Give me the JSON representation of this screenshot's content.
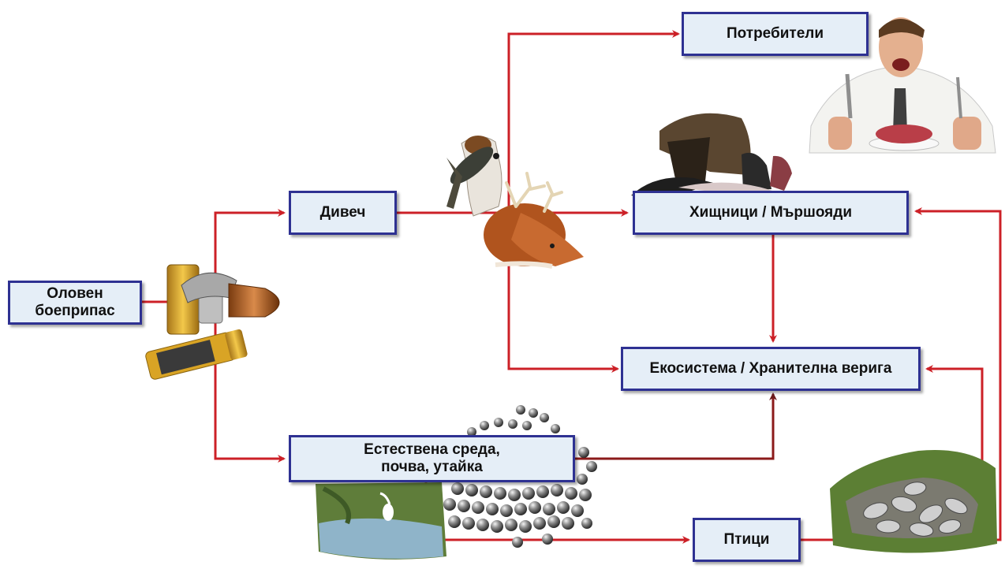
{
  "colors": {
    "arrow": "#cc2027",
    "box_border": "#2e3192",
    "box_fill": "#e5eef7"
  },
  "nodes": {
    "ammo": {
      "line1": "Оловен",
      "line2": "боеприпас"
    },
    "game": {
      "label": "Дивеч"
    },
    "consumers": {
      "label": "Потребители"
    },
    "predators": {
      "label": "Хищници / Мършояди"
    },
    "ecosystem": {
      "label": "Екосистема / Хранителна верига"
    },
    "environment": {
      "line1": "Естествена среда,",
      "line2": "почва, утайка"
    },
    "birds": {
      "label": "Птици"
    }
  },
  "images": [
    "ammunition-cartridges-image",
    "hunting-dog-with-bird-image",
    "deer-head-image",
    "man-eating-meat-image",
    "vultures-carcass-image",
    "lead-shot-pellets-image",
    "wetland-with-heron-image",
    "dead-birds-on-grass-image"
  ]
}
